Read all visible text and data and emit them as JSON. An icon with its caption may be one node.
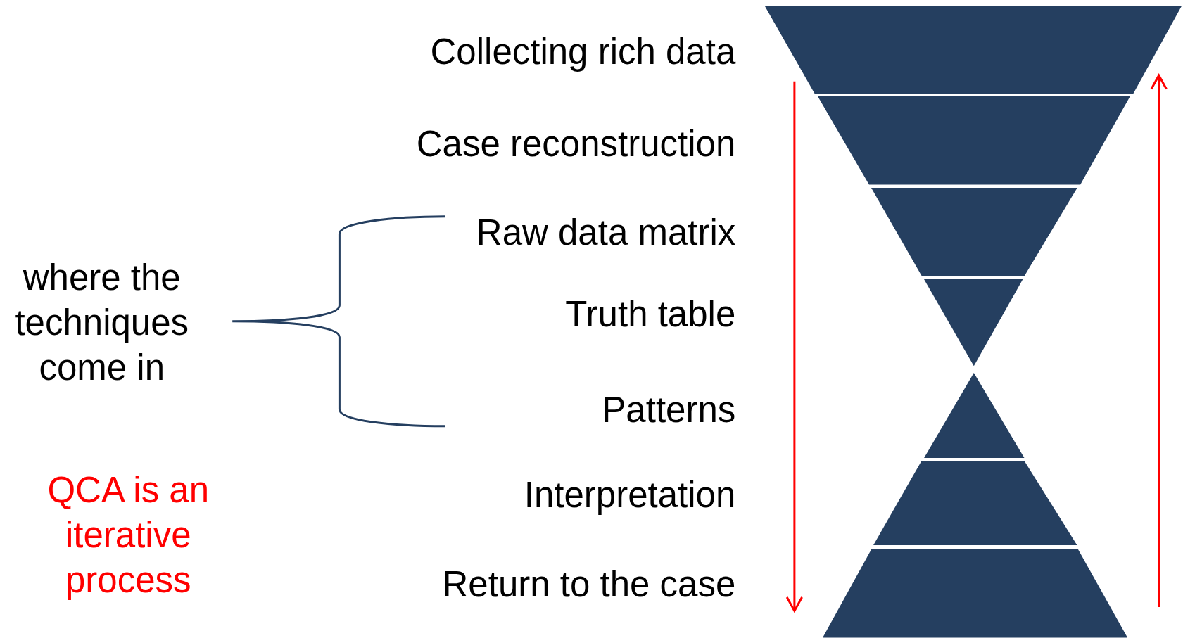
{
  "diagram": {
    "nodes": [
      {
        "text": [],
        "shape": "trapezoid"
      },
      {
        "text": [],
        "shape": "trapezoid"
      },
      {
        "text": [],
        "shape": "trapezoid"
      },
      {
        "text": [],
        "shape": "triangle"
      },
      {
        "text": [],
        "shape": "triangle"
      },
      {
        "text": [],
        "shape": "trapezoid"
      },
      {
        "text": [],
        "shape": "trapezoid"
      }
    ],
    "edges": [],
    "labels": [
      "Collecting rich data",
      "Case reconstruction",
      "Raw data matrix",
      "where the techniques come in",
      "Truth table",
      "Patterns",
      "QCA is an iterative process",
      "Interpretation",
      "Return to the case"
    ]
  }
}
